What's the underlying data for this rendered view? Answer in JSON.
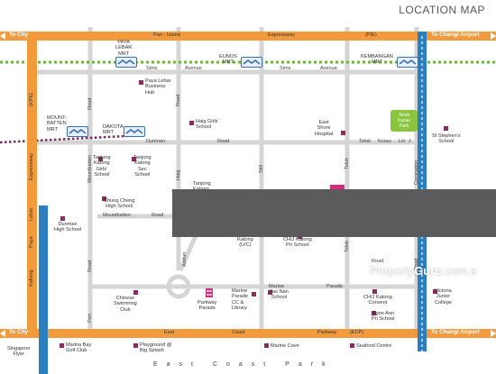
{
  "title": "LOCATION MAP",
  "colors": {
    "expressway": "#f39b3c",
    "mrt_line": "#6db33f",
    "ewl_track": "#7a2a5c",
    "coast_blue": "#2a7fc1",
    "road": "#d5d5d5",
    "marker": "#8a2c5e",
    "park": "#8bc540"
  },
  "expressways": {
    "pie_left_arrow": "To City",
    "pie_right_arrow": "To Changi Airport",
    "pie_segments": [
      "Pan - Island",
      "Expressway",
      "(PIE)"
    ],
    "ecp_left_arrow": "To City",
    "ecp_right_arrow": "To Changi Airport",
    "ecp_segments": [
      "East",
      "Coast",
      "Parkway",
      "(ECP)"
    ],
    "kpe": "(KPE)",
    "kpe_name": "Expressway",
    "kallang": "Kallang",
    "paya": "Paya",
    "lebar": "Lebar"
  },
  "mrt": [
    {
      "name": "PAYA\nLEBAR\nMRT",
      "icon": "mrt-icon"
    },
    {
      "name": "EUNOS\nMRT",
      "icon": "mrt-icon"
    },
    {
      "name": "KEMBANGAN\nMRT",
      "icon": "mrt-icon"
    },
    {
      "name": "MOUNT-\nBATTEN\nMRT",
      "icon": "mrt-icon"
    },
    {
      "name": "DAKOTA\nMRT",
      "icon": "mrt-icon"
    }
  ],
  "roads": {
    "sims_left": "Sims",
    "sims_avenue_1": "Avenue",
    "sims_right": "Sims",
    "sims_avenue_2": "Avenue",
    "dunman": "Dunman",
    "dunman_road": "Road",
    "mountbatten": "Mountbatten",
    "mountbatten_road": "Road",
    "mountbatten_v": "Mountbatten",
    "road_v1": "Road",
    "road_v2": "Road",
    "road_v3": "Road",
    "fort": "Fort",
    "haig": "Haig",
    "amber": "Amber",
    "still": "Still",
    "telok": "Telok",
    "marine": "Marine",
    "parade": "Parade",
    "road_marine": "Road",
    "telok_kurau": "Telok     Kurau     Lor  J",
    "jalan_telok": "Telok",
    "road_v4": "Road",
    "coronation": "Coronation"
  },
  "places": [
    {
      "name": "Paya Lebar\nBusiness\nHub"
    },
    {
      "name": "Haig Girls'\nSchool"
    },
    {
      "name": "East\nShore\nHospital"
    },
    {
      "name": "St Stephen's\nSchool"
    },
    {
      "name": "Tanjong\nKatong\nGirls'\nSchool"
    },
    {
      "name": "Tanjong\nKatong\nSec\nSchool"
    },
    {
      "name": "Tanjong\nKatong"
    },
    {
      "name": "Chung Cheng\nHigh School"
    },
    {
      "name": "Dunman\nHigh School"
    },
    {
      "name": "Katong\n(U/C)"
    },
    {
      "name": "CHIJ Katong\nPri School"
    },
    {
      "name": "Chinese\nSwimming\nClub"
    },
    {
      "name": "Parkway\nParade"
    },
    {
      "name": "Marine\nParade\nCC &\nLibrary"
    },
    {
      "name": "Tao Nan\nSchool"
    },
    {
      "name": "CHIJ Katong\nConvent"
    },
    {
      "name": "Ngee Ann\nPri School"
    },
    {
      "name": "Victoria\nJunior\nCollege"
    },
    {
      "name": "Singapore\nFlyer"
    },
    {
      "name": "Marina Bay\nGolf Club"
    },
    {
      "name": "Playground @\nBig Splash"
    },
    {
      "name": "Marine Cove"
    },
    {
      "name": "Seafood Centre"
    }
  ],
  "park": "Telok\nKurau\nPark",
  "east_coast_park": "East Coast Park",
  "watermark": {
    "brand": "Property",
    "brand_bold": "Guru",
    "suffix": ".com.s"
  }
}
